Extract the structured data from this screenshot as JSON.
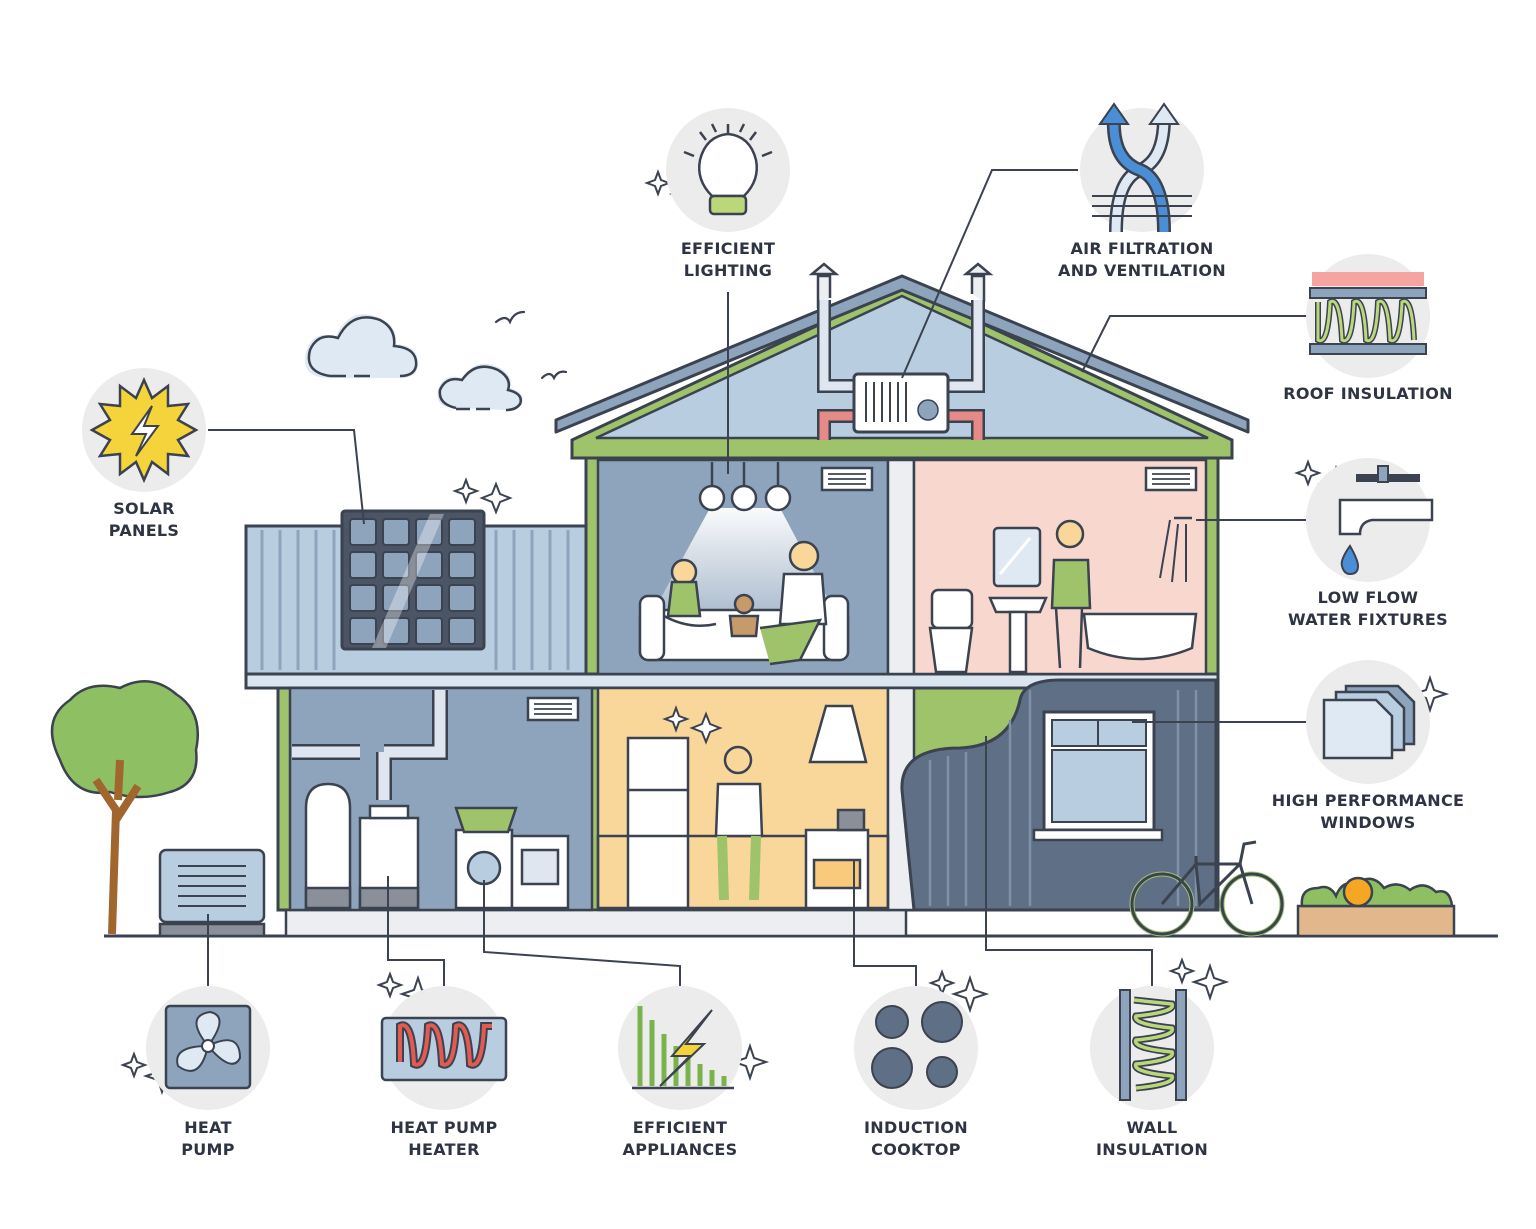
{
  "colors": {
    "outline": "#3b4250",
    "wall_blue": "#8ea4bd",
    "wall_blue_light": "#b9cde0",
    "green": "#9fc36a",
    "pink": "#f8d7cf",
    "peach": "#f9d79b",
    "icon_circle": "#ececec",
    "yellow": "#f5d33b"
  },
  "labels": {
    "efficient_lighting": [
      "EFFICIENT",
      "LIGHTING"
    ],
    "air_filtration": [
      "AIR FILTRATION",
      "AND VENTILATION"
    ],
    "roof_insulation": [
      "ROOF INSULATION"
    ],
    "solar_panels": [
      "SOLAR",
      "PANELS"
    ],
    "low_flow": [
      "LOW FLOW",
      "WATER FIXTURES"
    ],
    "high_performance_windows": [
      "HIGH PERFORMANCE",
      "WINDOWS"
    ],
    "heat_pump": [
      "HEAT",
      "PUMP"
    ],
    "heat_pump_heater": [
      "HEAT PUMP",
      "HEATER"
    ],
    "efficient_appliances": [
      "EFFICIENT",
      "APPLIANCES"
    ],
    "induction_cooktop": [
      "INDUCTION",
      "COOKTOP"
    ],
    "wall_insulation": [
      "WALL",
      "INSULATION"
    ]
  },
  "icons": {
    "efficient_lighting": "light-bulb-icon",
    "air_filtration": "crossing-arrows-icon",
    "roof_insulation": "insulation-layer-icon",
    "solar_panels": "sun-bolt-icon",
    "low_flow": "faucet-drop-icon",
    "high_performance_windows": "window-panes-icon",
    "heat_pump": "fan-icon",
    "heat_pump_heater": "heating-coil-icon",
    "efficient_appliances": "energy-bars-bolt-icon",
    "induction_cooktop": "cooktop-burners-icon",
    "wall_insulation": "wall-coil-icon"
  }
}
